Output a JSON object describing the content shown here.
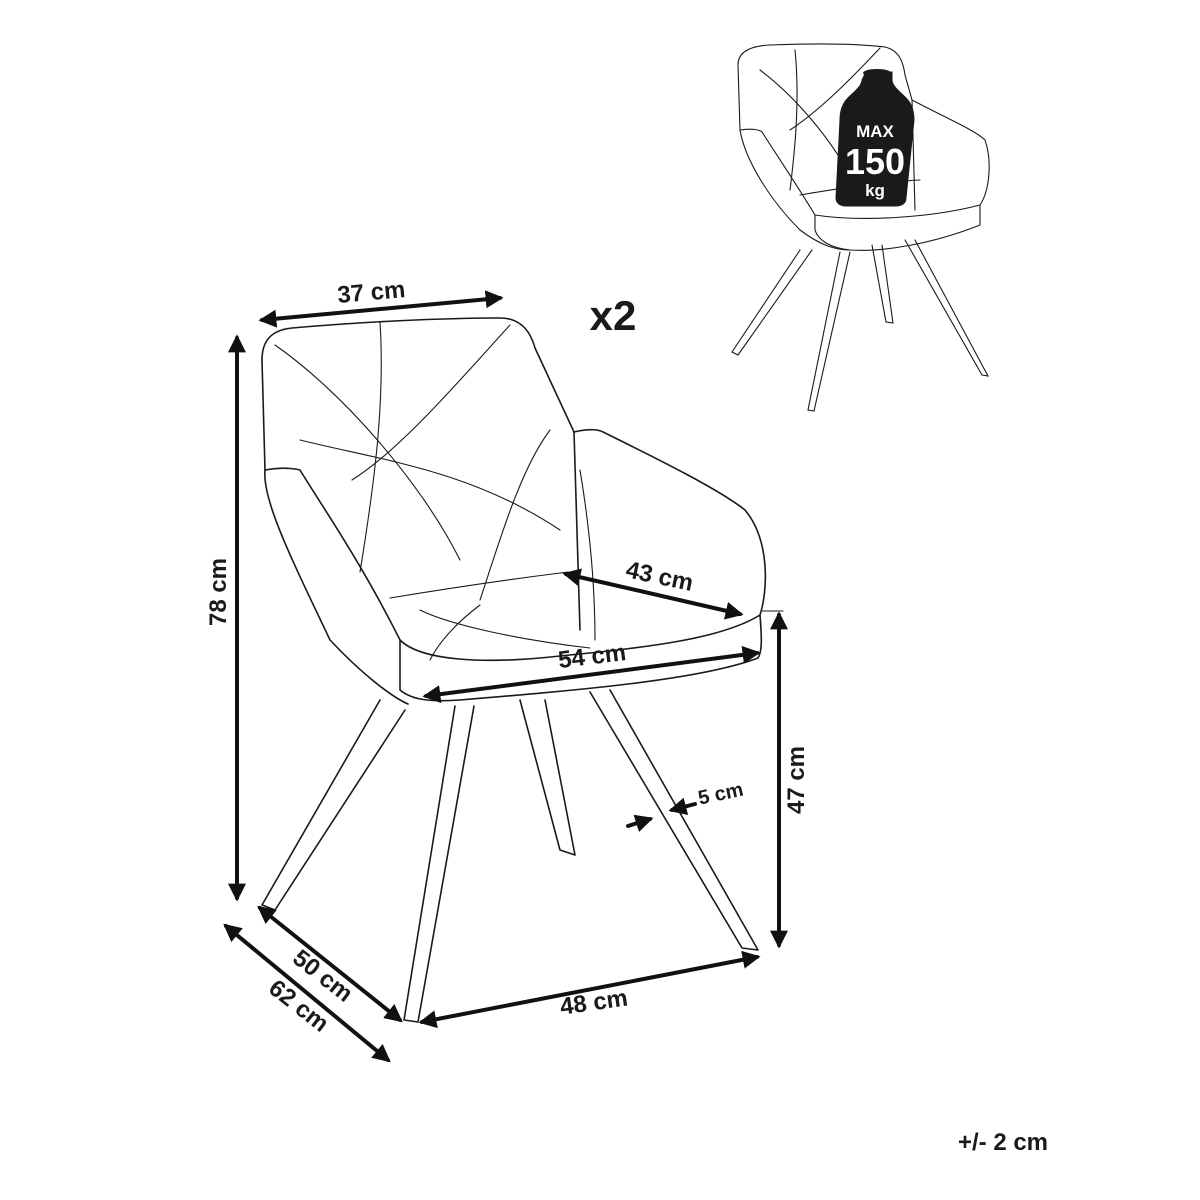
{
  "labels": {
    "width_top": "37 cm",
    "quantity": "x2",
    "height_total": "78 cm",
    "seat_depth": "43 cm",
    "seat_width": "54 cm",
    "seat_height": "47 cm",
    "leg_width": "5 cm",
    "depth_inner": "50 cm",
    "depth_outer": "62 cm",
    "base_width": "48 cm",
    "tolerance": "+/- 2 cm"
  },
  "max_load": {
    "line1": "MAX",
    "line2": "150",
    "line3": "kg"
  },
  "colors": {
    "line": "#1a1a1a",
    "background": "#ffffff",
    "weight_fill": "#1a1a1a"
  },
  "icons": [
    "weight-icon",
    "chair-thumbnail"
  ]
}
